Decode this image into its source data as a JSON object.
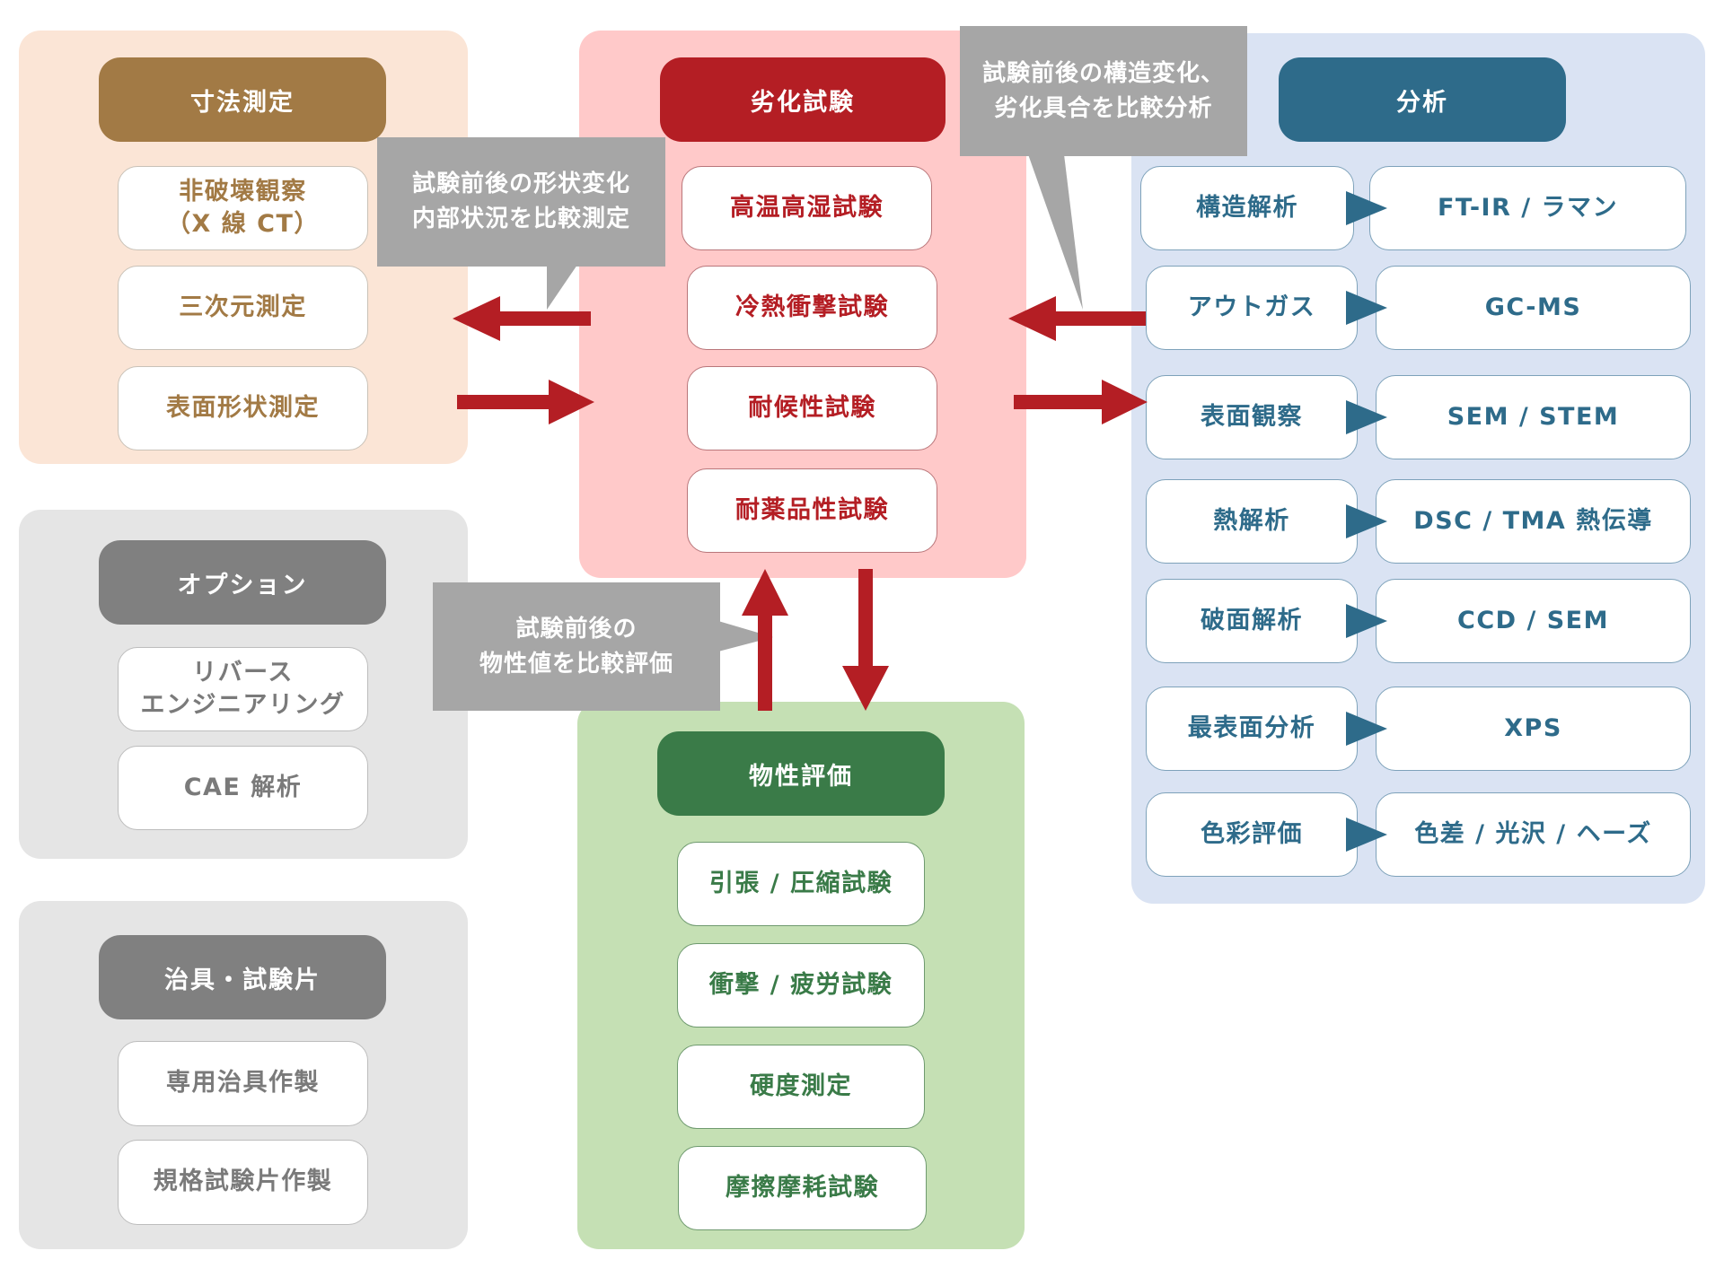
{
  "colors": {
    "dimension": "#a27a45",
    "degradation": "#b41e24",
    "analysis": "#2e6b8a",
    "property": "#3a7b48",
    "option": "#808080",
    "jig": "#808080",
    "callout": "#a6a6a6",
    "arrow": "#b41e24"
  },
  "dimension": {
    "title": "寸法測定",
    "items": [
      [
        "非破壊観察",
        "（X 線 CT）"
      ],
      [
        "三次元測定"
      ],
      [
        "表面形状測定"
      ]
    ]
  },
  "degradation": {
    "title": "劣化試験",
    "items": [
      [
        "高温高湿試験"
      ],
      [
        "冷熱衝撃試験"
      ],
      [
        "耐候性試験"
      ],
      [
        "耐薬品性試験"
      ]
    ]
  },
  "analysis": {
    "title": "分析",
    "rows": [
      {
        "method": "構造解析",
        "instrument": "FT-IR / ラマン"
      },
      {
        "method": "アウトガス",
        "instrument": "GC-MS"
      },
      {
        "method": "表面観察",
        "instrument": "SEM / STEM"
      },
      {
        "method": "熱解析",
        "instrument": "DSC / TMA 熱伝導"
      },
      {
        "method": "破面解析",
        "instrument": "CCD / SEM"
      },
      {
        "method": "最表面分析",
        "instrument": "XPS"
      },
      {
        "method": "色彩評価",
        "instrument": "色差 / 光沢 / ヘーズ"
      }
    ]
  },
  "property": {
    "title": "物性評価",
    "items": [
      [
        "引張 / 圧縮試験"
      ],
      [
        "衝撃 / 疲労試験"
      ],
      [
        "硬度測定"
      ],
      [
        "摩擦摩耗試験"
      ]
    ]
  },
  "option": {
    "title": "オプション",
    "items": [
      [
        "リバース",
        "エンジニアリング"
      ],
      [
        "CAE 解析"
      ]
    ]
  },
  "jig": {
    "title": "治具・試験片",
    "items": [
      [
        "専用治具作製"
      ],
      [
        "規格試験片作製"
      ]
    ]
  },
  "callouts": {
    "shape": [
      "試験前後の形状変化",
      "内部状況を比較測定"
    ],
    "structure": [
      "試験前後の構造変化、",
      "劣化具合を比較分析"
    ],
    "property": [
      "試験前後の",
      "物性値を比較評価"
    ]
  }
}
